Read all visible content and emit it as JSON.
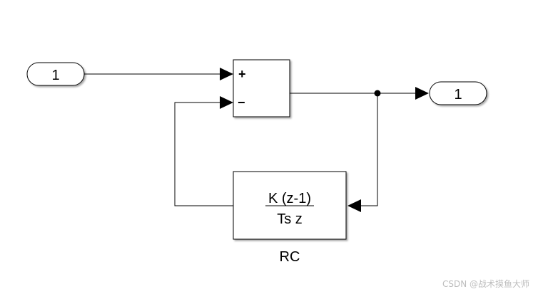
{
  "inport": {
    "label": "1"
  },
  "outport": {
    "label": "1"
  },
  "sum": {
    "plus_sign": "+",
    "minus_sign": "−"
  },
  "rc_block": {
    "numerator": "K (z-1)",
    "denominator": "Ts z",
    "name": "RC"
  },
  "watermark": "CSDN @战术摸鱼大师"
}
